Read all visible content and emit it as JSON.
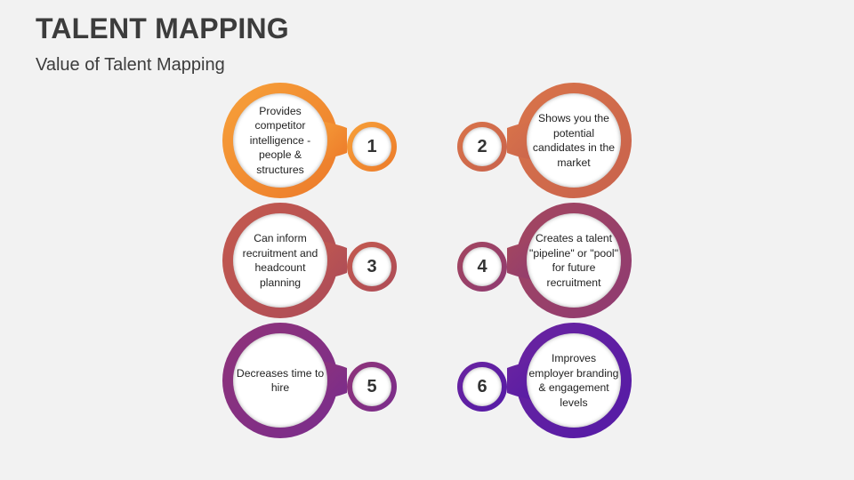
{
  "header": {
    "title": "TALENT MAPPING",
    "subtitle": "Value of Talent Mapping"
  },
  "items": [
    {
      "number": "1",
      "text": "Provides competitor intelligence - people & structures",
      "color": "#f08a2c"
    },
    {
      "number": "2",
      "text": "Shows you the potential candidates in the market",
      "color": "#d3704a"
    },
    {
      "number": "3",
      "text": "Can inform recruitment and headcount planning",
      "color": "#b7524f"
    },
    {
      "number": "4",
      "text": "Creates a talent \"pipeline\" or \"pool\" for future recruitment",
      "color": "#9a4268"
    },
    {
      "number": "5",
      "text": "Decreases time to hire",
      "color": "#873280"
    },
    {
      "number": "6",
      "text": "Improves employer branding & engagement levels",
      "color": "#5e1fa3"
    }
  ]
}
